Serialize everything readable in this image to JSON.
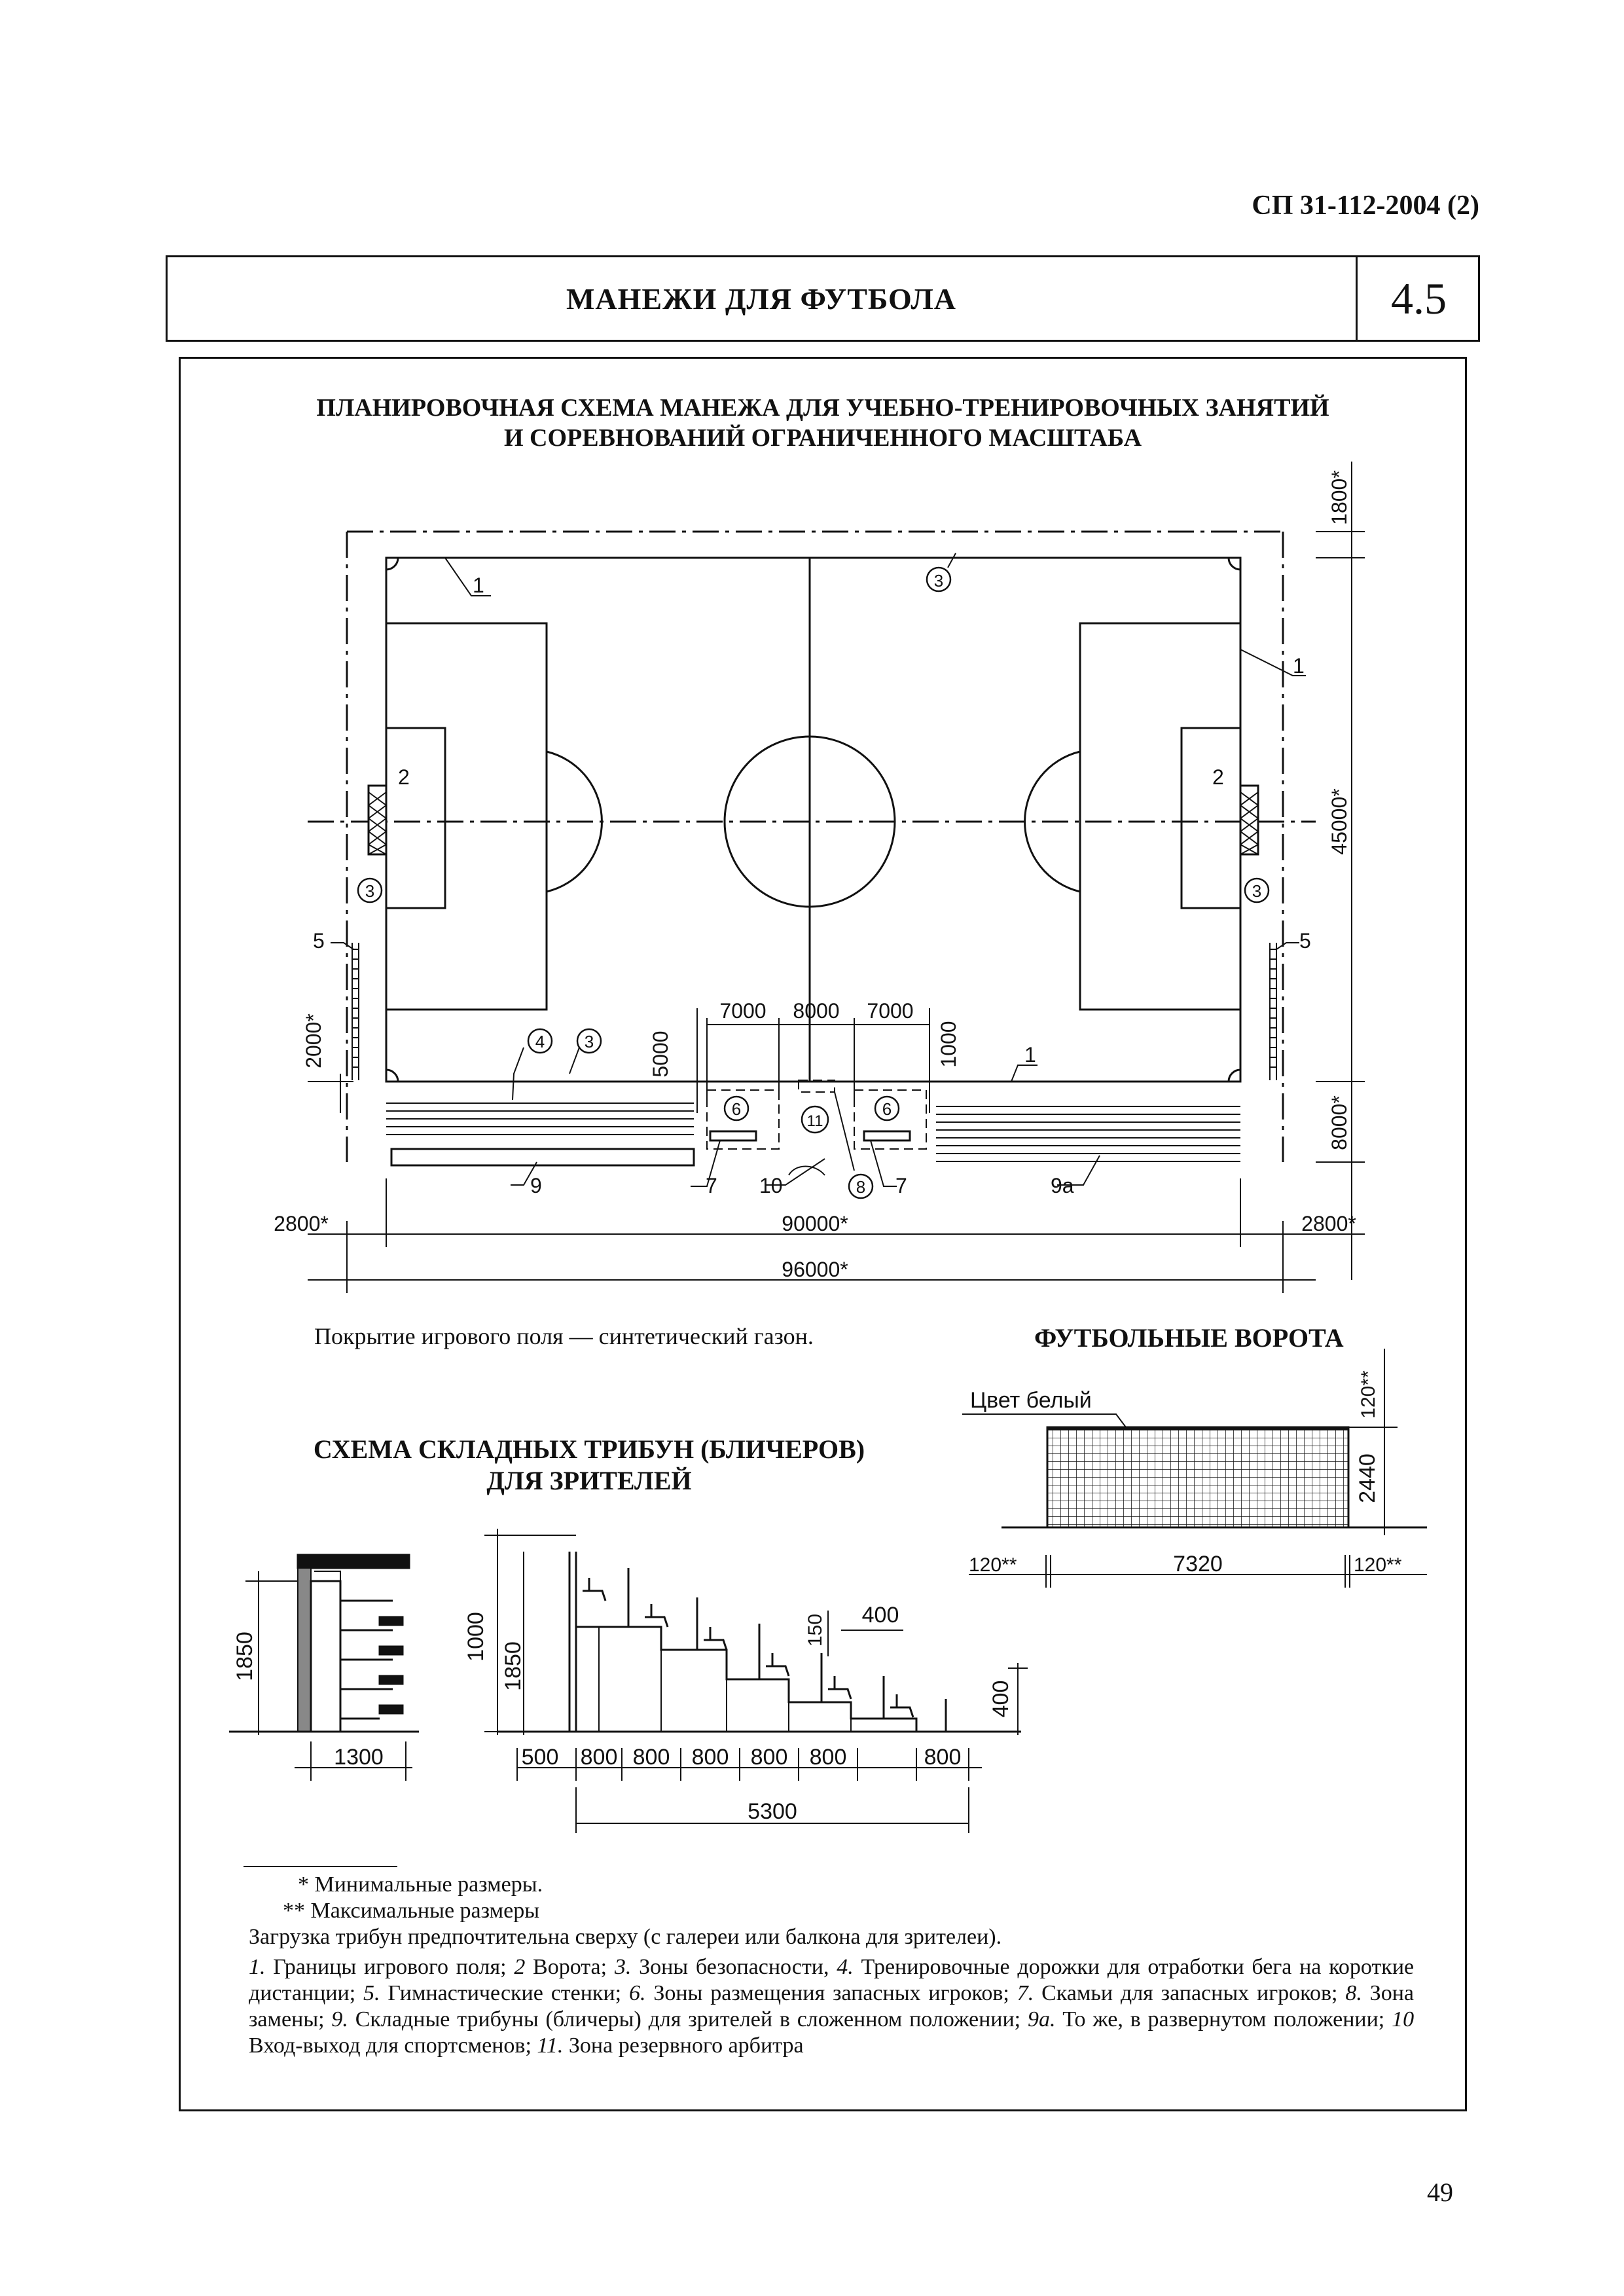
{
  "doc": {
    "code": "СП 31-112-2004 (2)",
    "page": "49"
  },
  "header": {
    "title": "МАНЕЖИ ДЛЯ ФУТБОЛА",
    "section": "4.5"
  },
  "plan": {
    "title_line1": "ПЛАНИРОВОЧНАЯ СХЕМА МАНЕЖА ДЛЯ УЧЕБНО-ТРЕНИРОВОЧНЫХ ЗАНЯТИЙ",
    "title_line2": "И СОРЕВНОВАНИЙ ОГРАНИЧЕННОГО МАСШТАБА",
    "dims": {
      "top": "1800*",
      "height": "45000*",
      "bottom": "8000*",
      "side_left": "2000*",
      "zone_depth": "5000",
      "row_depth": "1000",
      "bench_a": "7000",
      "bench_b": "8000",
      "bench_c": "7000",
      "edge_left": "2800*",
      "edge_right": "2800*",
      "field": "90000*",
      "total": "96000*"
    },
    "labels": {
      "l1": "1",
      "l2": "2",
      "l3": "3",
      "l4": "4",
      "l5": "5",
      "l6": "6",
      "l7": "7",
      "l8": "8",
      "l9": "9",
      "l9a": "9а",
      "l10": "10",
      "l11": "11"
    }
  },
  "cover_note": "Покрытие игрового поля — синтетический газон.",
  "goal": {
    "title": "ФУТБОЛЬНЫЕ ВОРОТА",
    "color_label": "Цвет белый",
    "dim_top": "120**",
    "dim_height": "2440",
    "dim_width": "7320",
    "dim_post_left": "120**",
    "dim_post_right": "120**"
  },
  "bleachers": {
    "title_line1": "СХЕМА СКЛАДНЫХ ТРИБУН (БЛИЧЕРОВ)",
    "title_line2": "ДЛЯ ЗРИТЕЛЕЙ",
    "folded_height": "1850",
    "folded_depth": "1300",
    "rail": "1000",
    "height": "1850",
    "step": "150",
    "tread": "400",
    "riser": "400",
    "front": "500",
    "rows": [
      "800",
      "800",
      "800",
      "800",
      "800",
      "800"
    ],
    "total": "5300"
  },
  "footnotes": {
    "min": "* Минимальные размеры.",
    "max": "** Максимальные размеры",
    "load": "Загрузка трибун предпочтительна сверху (с галереи или балкона для зрителеи)."
  },
  "legend": [
    {
      "num": "1.",
      "text": "Границы игрового поля;"
    },
    {
      "num": "2",
      "text": "Ворота;"
    },
    {
      "num": "3.",
      "text": "Зоны безопасности,"
    },
    {
      "num": "4.",
      "text": "Тренировочные дорожки для отработки бега на короткие дистанции;"
    },
    {
      "num": "5.",
      "text": "Гимнастические стенки;"
    },
    {
      "num": "6.",
      "text": "Зоны размещения запасных игроков;"
    },
    {
      "num": "7.",
      "text": "Скамьи для запасных игроков;"
    },
    {
      "num": "8.",
      "text": "Зона замены;"
    },
    {
      "num": "9.",
      "text": "Складные трибуны (бличеры) для зрителей в сложенном положении;"
    },
    {
      "num": "9а.",
      "text": "То же, в развернутом положении;"
    },
    {
      "num": "10",
      "text": "Вход-выход для спортсменов;"
    },
    {
      "num": "11.",
      "text": "Зона резервного арбитра"
    }
  ]
}
